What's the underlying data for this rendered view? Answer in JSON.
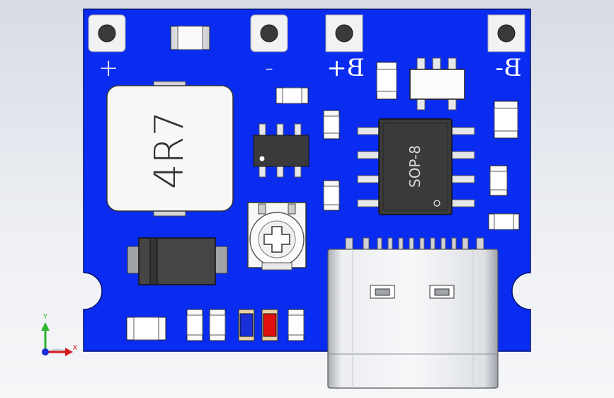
{
  "labels": {
    "plus": "+",
    "minus": "-",
    "b_plus": "B+",
    "b_minus": "B-",
    "inductor": "4R7",
    "ic": "SOP-8"
  },
  "axes": {
    "y": "Y",
    "x": "X"
  },
  "colors": {
    "board": "#0a2cf0",
    "silk": "#ffffff",
    "ic_body": "#3b3b3b",
    "led_blue": "#1a2fd8",
    "led_red": "#e01010",
    "axis_y": "#2bb52b",
    "axis_x": "#d81b1b",
    "axis_z": "#1c2bd8"
  },
  "icons": [
    "pad-hole-icon",
    "inductor-icon",
    "sop8-chip-icon",
    "sot23-chip-icon",
    "potentiometer-icon",
    "diode-icon",
    "usb-c-icon",
    "axis-triad-icon"
  ]
}
